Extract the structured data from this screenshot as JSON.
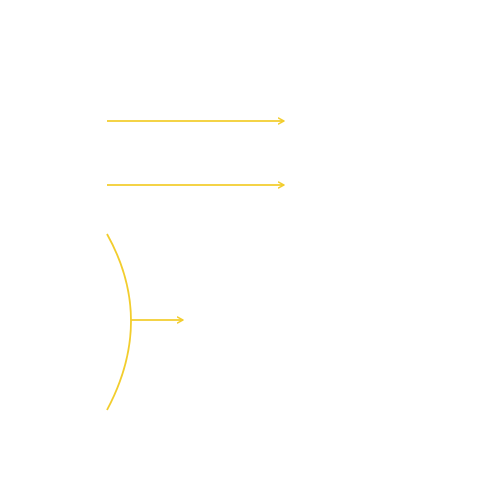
{
  "colors": {
    "background": "#ffffff",
    "stroke": "#f2cd2d"
  },
  "shapes": [
    {
      "type": "arrow",
      "name": "arrow-top"
    },
    {
      "type": "arrow",
      "name": "arrow-middle"
    },
    {
      "type": "curved-mirror",
      "name": "curved-mirror"
    },
    {
      "type": "arrow",
      "name": "arrow-from-mirror"
    }
  ]
}
